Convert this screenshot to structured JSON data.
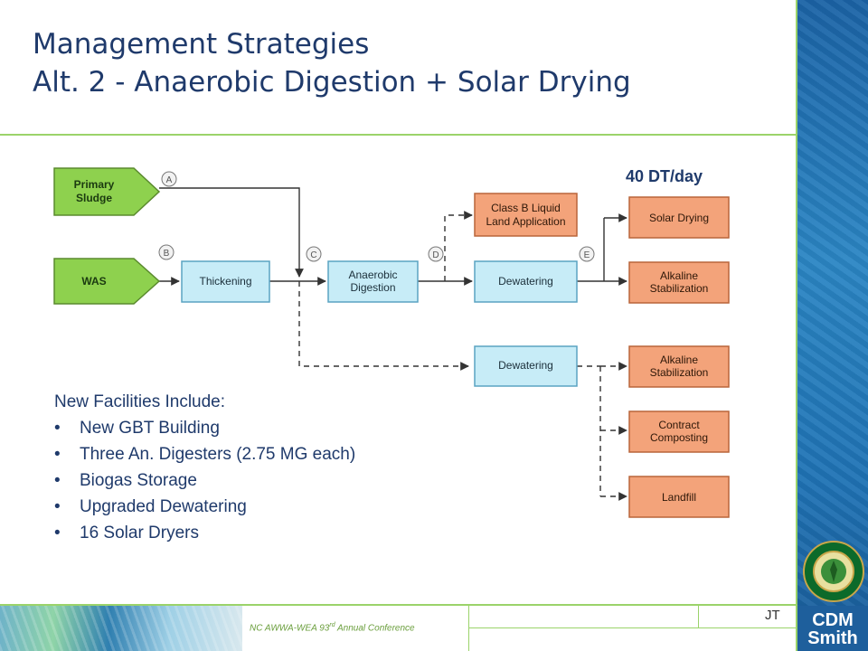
{
  "title": {
    "line1": "Management Strategies",
    "line2": "Alt. 2 - Anaerobic Digestion + Solar Drying"
  },
  "callout": "40 DT/day",
  "facilities": {
    "heading": "New Facilities Include:",
    "items": [
      "New GBT Building",
      "Three An. Digesters (2.75 MG each)",
      "Biogas Storage",
      "Upgraded Dewatering",
      "16 Solar Dryers"
    ]
  },
  "diagram": {
    "nodes": {
      "primary": [
        "Primary",
        "Sludge"
      ],
      "was": [
        "WAS"
      ],
      "thickening": [
        "Thickening"
      ],
      "digestion": [
        "Anaerobic",
        "Digestion"
      ],
      "dewatering1": [
        "Dewatering"
      ],
      "classb": [
        "Class B Liquid",
        "Land Application"
      ],
      "solar": [
        "Solar Drying"
      ],
      "alkaline1": [
        "Alkaline",
        "Stabilization"
      ],
      "dewatering2": [
        "Dewatering"
      ],
      "alkaline2": [
        "Alkaline",
        "Stabilization"
      ],
      "composting": [
        "Contract",
        "Composting"
      ],
      "landfill": [
        "Landfill"
      ]
    },
    "points": [
      "A",
      "B",
      "C",
      "D",
      "E"
    ]
  },
  "footer": {
    "conference": "NC AWWA-WEA 93",
    "conference_sup": "rd",
    "conference_tail": " Annual Conference",
    "page_mark": "JT",
    "logo_line1": "CDM",
    "logo_line2": "Smith"
  },
  "colors": {
    "title": "#1f3a6b",
    "green_node": "#8ed14e",
    "blue_node": "#c7ecf7",
    "orange_node": "#f3a37a",
    "accent_rule": "#9bd36a"
  }
}
